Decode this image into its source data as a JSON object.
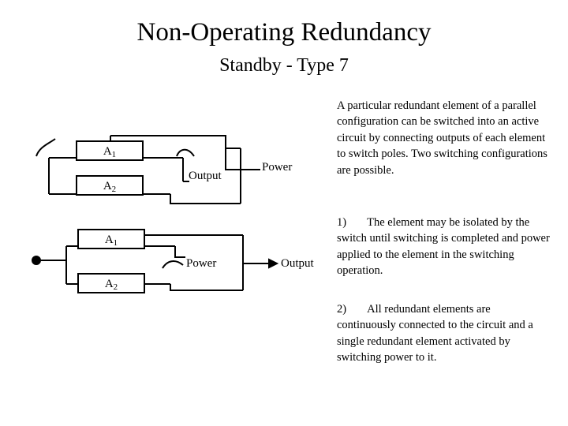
{
  "slide": {
    "title": "Non-Operating Redundancy",
    "subtitle": "Standby - Type 7"
  },
  "text_blocks": {
    "intro": "A particular redundant element of a parallel configuration can be switched into an active circuit by connecting outputs of each element to switch poles.  Two switching configurations are possible.",
    "item1_marker": "1)",
    "item1": "The element may be isolated by the switch until switching is completed and power applied to the element in the switching operation.",
    "item2_marker": "2)",
    "item2": "All redundant elements are continuously connected to the circuit and a single redundant element activated by switching power to it."
  },
  "diagram": {
    "top_circuit": {
      "block_a1": "A",
      "block_a1_sub": "1",
      "block_a2": "A",
      "block_a2_sub": "2",
      "label_output": "Output",
      "label_power": "Power"
    },
    "bottom_circuit": {
      "block_a1": "A",
      "block_a1_sub": "1",
      "block_a2": "A",
      "block_a2_sub": "2",
      "label_power": "Power",
      "label_output": "Output"
    }
  },
  "colors": {
    "line": "#000000",
    "background": "#ffffff",
    "text": "#000000"
  }
}
